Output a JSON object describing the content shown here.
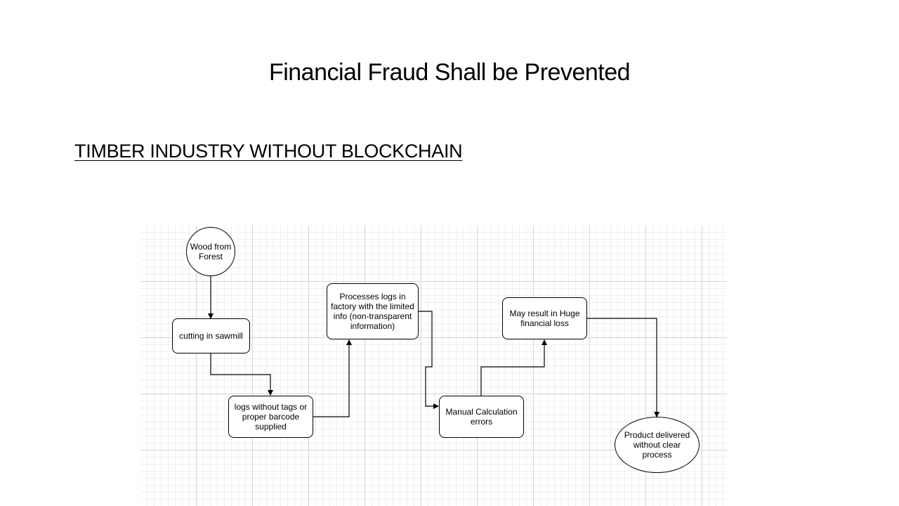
{
  "slide": {
    "title": "Financial Fraud Shall be Prevented",
    "subtitle": "TIMBER INDUSTRY WITHOUT BLOCKCHAIN"
  },
  "diagram": {
    "nodes": {
      "wood": "Wood from Forest",
      "sawmill": "cutting in sawmill",
      "logs": "logs without tags or proper barcode supplied",
      "factory": "Processes logs in factory with the limited info (non-transparent information)",
      "manual": "Manual Calculation errors",
      "loss": "May result in Huge financial loss",
      "product": "Product delivered without clear process"
    },
    "edges": [
      {
        "from": "wood",
        "to": "sawmill"
      },
      {
        "from": "sawmill",
        "to": "logs"
      },
      {
        "from": "logs",
        "to": "factory"
      },
      {
        "from": "factory",
        "to": "manual"
      },
      {
        "from": "manual",
        "to": "loss"
      },
      {
        "from": "loss",
        "to": "product"
      }
    ]
  }
}
